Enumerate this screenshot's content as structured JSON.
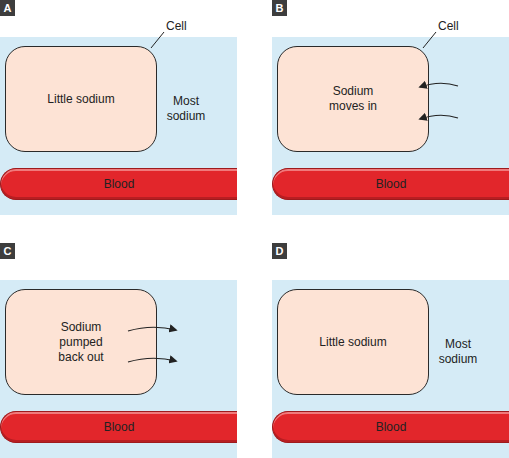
{
  "diagram": {
    "nodes": [
      {
        "text": [
          "A"
        ]
      },
      {
        "text": [
          "Little sodium"
        ]
      },
      {
        "text": [
          "Blood"
        ]
      },
      {
        "text": [
          "B"
        ]
      },
      {
        "text": [
          "Sodium moves in"
        ]
      },
      {
        "text": [
          "Blood"
        ]
      },
      {
        "text": [
          "C"
        ]
      },
      {
        "text": [
          "Sodium pumped back out"
        ]
      },
      {
        "text": [
          "Blood"
        ]
      },
      {
        "text": [
          "D"
        ]
      },
      {
        "text": [
          "Little sodium"
        ]
      },
      {
        "text": [
          "Blood"
        ]
      }
    ],
    "labels": [
      "Cell",
      "Most sodium",
      "Cell",
      "Most sodium"
    ]
  }
}
